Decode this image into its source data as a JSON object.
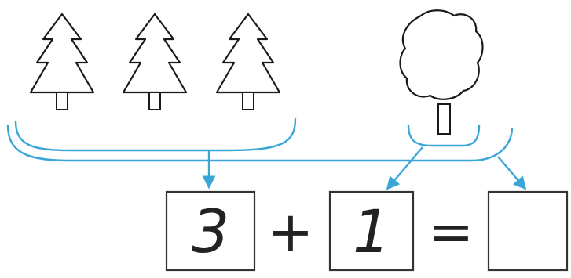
{
  "equation": {
    "first_addend": "3",
    "plus_sign": "+",
    "second_addend": "1",
    "equals_sign": "=",
    "result": ""
  },
  "illustration": {
    "left_group": [
      "fir-tree",
      "fir-tree",
      "fir-tree"
    ],
    "right_group": [
      "deciduous-tree"
    ]
  },
  "colors": {
    "outline": "#1a1a1a",
    "brace": "#3aa6d8",
    "box_border": "#333333",
    "box_fill": "#ffffff"
  }
}
